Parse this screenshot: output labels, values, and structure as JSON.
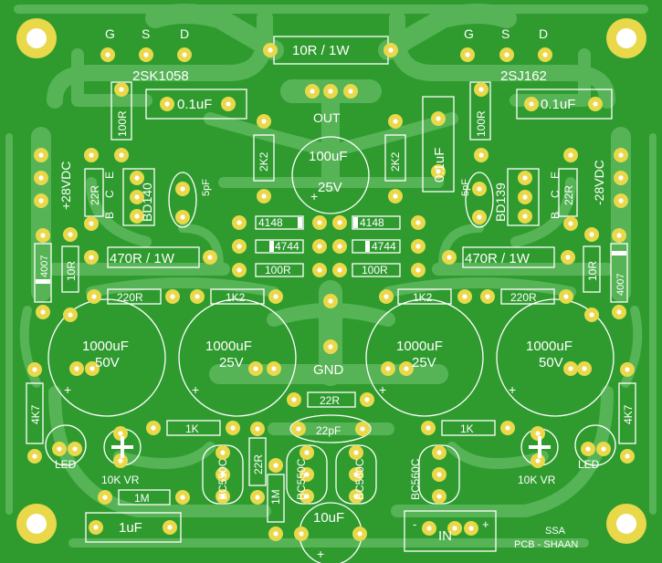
{
  "board": {
    "colors": {
      "board": "#2f9b2f",
      "trace": "#56b456",
      "pad": "#e9d84a",
      "hole": "#ffffff",
      "silk": "#ffffff"
    }
  },
  "labels": {
    "g_left": "G",
    "s_left": "S",
    "d_left": "D",
    "g_right": "G",
    "s_right": "S",
    "d_right": "D",
    "fet_left": "2SK1058",
    "fet_right": "2SJ162",
    "res_top": "10R / 1W",
    "cap_left_top": "0.1uF",
    "cap_right_top": "0.1uF",
    "cap_right_vert": "0.1uF",
    "out": "OUT",
    "res_100r_left": "100R",
    "res_100r_right": "100R",
    "res_2k2_left": "2K2",
    "res_2k2_right": "2K2",
    "cap_100uf": "100uF",
    "cap_100uf_v": "25V",
    "plus28": "+28VDC",
    "minus28": "-28VDC",
    "r22_left": "22R",
    "r22_right": "22R",
    "bc_left": "B",
    "cc_left": "C",
    "ec_left": "E",
    "bc_right": "B",
    "cc_right": "C",
    "ec_right": "E",
    "bd140": "BD140",
    "bd139": "BD139",
    "pf5_left": "5pF",
    "pf5_right": "5pF",
    "d4148_left": "4148",
    "d4148_right": "4148",
    "d4744_left": "4744",
    "d4744_right": "4744",
    "r100r_left": "100R",
    "r100r_right": "100R",
    "r470_left": "470R / 1W",
    "r470_right": "470R / 1W",
    "d4007_left": "4007",
    "d4007_right": "4007",
    "r10r_left": "10R",
    "r10r_right": "10R",
    "r220_left": "220R",
    "r220_right": "220R",
    "r1k2_left": "1K2",
    "r1k2_right": "1K2",
    "c1000_1": "1000uF",
    "c1000_1v": "50V",
    "c1000_2": "1000uF",
    "c1000_2v": "25V",
    "c1000_3": "1000uF",
    "c1000_3v": "25V",
    "c1000_4": "1000uF",
    "c1000_4v": "50V",
    "gnd": "GND",
    "r22r_mid": "22R",
    "r4k7_left": "4K7",
    "r4k7_right": "4K7",
    "r1k_left": "1K",
    "r1k_right": "1K",
    "c22pf": "22pF",
    "led_left": "LED",
    "led_right": "LED",
    "vr_left": "10K VR",
    "vr_right": "10K VR",
    "bc550_1": "BC550C",
    "bc550_2": "BC550C",
    "bc560_1": "BC560C",
    "bc560_2": "BC560C",
    "r22r_vert": "22R",
    "r1m_vert": "1M",
    "r1m_horiz": "1M",
    "c10uf": "10uF",
    "c1uf": "1uF",
    "in_label": "IN",
    "in_minus": "-",
    "in_plus": "+",
    "ssa": "SSA",
    "credit": "PCB - SHAAN"
  }
}
